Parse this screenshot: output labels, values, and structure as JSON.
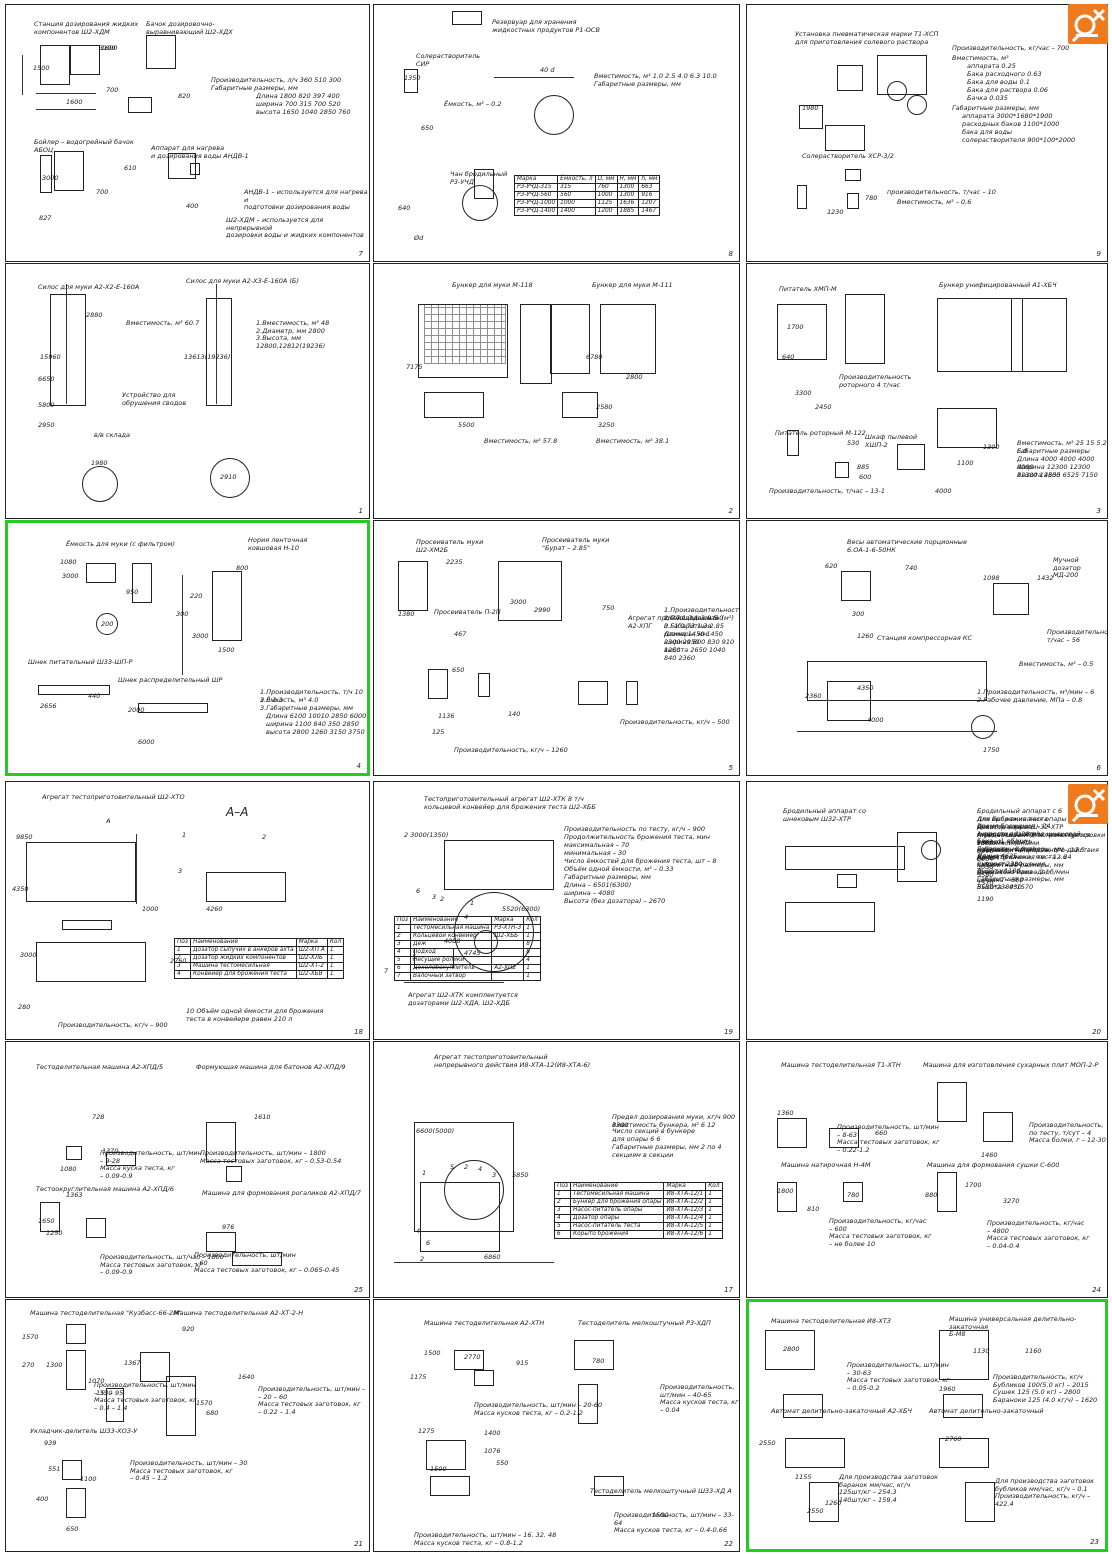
{
  "sheets": [
    {
      "num": "7",
      "labels": [
        "Станция дозирования жидких\nкомпонентов Ш2-ХДМ",
        "Бачок дозировочно-\nвыравнивающий Ш2-ХДХ",
        "Бойлер – водогрейный бачок\nАБОЦ",
        "Аппарат для нагрева\nи дозирования воды АНДВ-1",
        "Производительность, л/ч  360  510  300",
        "Габаритные размеры, мм",
        "Длина   1800  820  397  400",
        "ширина  700  315  700  520",
        "высота  1650  1040  2850  760",
        "АНДВ-1 – используется для нагрева и\nподготовки дозирования воды",
        "Ш2-ХДМ – используется для непрерывной\nдозировки воды и жидких компонентов",
        "1500",
        "1600",
        "3100",
        "820",
        "1600",
        "700",
        "827",
        "610",
        "400",
        "3000",
        "700"
      ]
    },
    {
      "num": "8",
      "labels": [
        "Резервуар для хранения\nжидкостных продуктов Р1-ОСВ",
        "Солерастворитель\nСИР",
        "Ёмкость, м³ – 0.2",
        "Чан бродильный\nР3-УЧД",
        "Вместимость, м³   1.0  2.5  4.0  6.3  10.0",
        "Габаритные размеры, мм",
        "40 d",
        "1350",
        "650",
        "640",
        "Ød"
      ],
      "table": {
        "head": [
          "Марка",
          "Ёмкость, л",
          "D, мм",
          "H, мм",
          "h, мм"
        ],
        "rows": [
          [
            "Р3-УЧД-315",
            "315",
            "760",
            "1300",
            "663"
          ],
          [
            "Р3-УЧД-560",
            "560",
            "1000",
            "1300",
            "916"
          ],
          [
            "Р3-УЧД-1000",
            "1000",
            "1125",
            "1636",
            "1207"
          ],
          [
            "Р3-УЧД-1400",
            "1400",
            "1200",
            "1885",
            "1467"
          ]
        ]
      }
    },
    {
      "num": "9",
      "labels": [
        "Установка пневматическая марки Т1-ХСП\nдля приготовления солевого раствора",
        "Производительность, кг/час – 700",
        "Вместимость, м³",
        "аппарата   0.25",
        "Бака расходного   0.63",
        "Бака для воды   0.1",
        "Бака для раствора   0.06",
        "Бачка   0.035",
        "Габаритные размеры, мм",
        "аппарата   3000*1680*1900",
        "расходных баков   1100*1000",
        "бака для воды",
        "солерастворителя   900*100*2000",
        "Солерастворитель ХСР-3/2",
        "производительность, т/час – 10",
        "Вместимость, м³ – 0.6",
        "1980",
        "780",
        "1230"
      ]
    },
    {
      "num": "1",
      "labels": [
        "Силос для муки А2-Х2-Е-160А",
        "Силос для муки А2-ХЗ-Е-160А (Б)",
        "Вместимость, м³ 60.7",
        "1.Вместимость, м³ 48\n2.Диаметр, мм 2800\n3.Высота, мм 12800,12812(19236)",
        "Устройство для\nобрушения сводов",
        "в/в склада",
        "2880",
        "15960",
        "6650",
        "5800",
        "2950",
        "1980",
        "13613(19236)",
        "2910"
      ]
    },
    {
      "num": "2",
      "labels": [
        "Бункер для муки М-118",
        "Бункер для муки М-111",
        "Вместимость, м³ 57.8",
        "Вместимость, м³ 38.1",
        "7175",
        "6780",
        "2800",
        "2580",
        "5500",
        "3250"
      ]
    },
    {
      "num": "3",
      "labels": [
        "Питатель ХМП-М",
        "Бункер унифицированный А1-ХБЧ",
        "Питатель роторный М-122",
        "Шкаф пылевой\nХШП-2",
        "Производительность\nроторного 4 т/час",
        "Производительность, т/час – 13-1",
        "Вместимость, м³  25  15  5.2  6.0",
        "Габаритные размеры",
        "Длина  4000 4000 4000 4000",
        "Ширина  12300 12300 12300 12300",
        "Высота  4655 6525 7150",
        "1700",
        "640",
        "3300",
        "2450",
        "530",
        "885",
        "600",
        "4000",
        "1100",
        "1300"
      ]
    },
    {
      "num": "4",
      "labels": [
        "Ёмкость для муки (с фильтром)",
        "Нория ленточная\nковшовая Н-10",
        "Шнек питательный Ш33-ШП-Р",
        "Шнек распределительный ШР",
        "1.Производительность, т/ч  10  3.0  2.3",
        "2.Ёмкость, м³   4.0",
        "3.Габаритные размеры, мм",
        "Длина  6100 10010 2850 6000",
        "ширина  1100 840 350 2850",
        "высота  2800 1260 3150 3750",
        "1080",
        "800",
        "3000",
        "950",
        "220",
        "300",
        "200",
        "3000",
        "1500",
        "2000",
        "6000",
        "2656",
        "440"
      ]
    },
    {
      "num": "5",
      "labels": [
        "Просеиватель муки\nШ2-ХМ2Б",
        "Просеиватель муки\n\"Бурат – 2.85\"",
        "Просеиватель П-2П",
        "Агрегат просеивательный\nА2-ХПГ",
        "1.Производительность, т/ч  7.1  3.1  3.0  5.0",
        "2.Площадь сита (м²)  0.51  0.73 1.3  2.85",
        "3.Габаритные размеры, мм",
        "Длина  1450 1450 2300 2950",
        "ширина  800 830 910 1250",
        "высота  2650 1040 840 2360",
        "Производительность, кг/ч – 500",
        "Производительность, кг/ч – 1260",
        "2235",
        "3000",
        "2990",
        "750",
        "1380",
        "467",
        "650",
        "1136",
        "140",
        "125"
      ]
    },
    {
      "num": "6",
      "labels": [
        "Весы автоматические порционные\n6.ОА-1-6-50НК",
        "Мучной дозатор МД-200",
        "Станция компрессорная КС",
        "Производительность, т/час – 56",
        "Вместимость, м³ – 0.5",
        "1.Производительность, м³/мин – 6\n2.Рабочее давление, МПа – 0.8",
        "620",
        "740",
        "1098",
        "1432",
        "300",
        "1260",
        "4350",
        "2360",
        "4000",
        "1750"
      ]
    },
    {
      "num": "18",
      "labels": [
        "Агрегат тестоприготовительный Ш2-ХТО",
        "А–А",
        "А",
        "Производительность, кг/ч – 900",
        "10 Объём одной ёмкости для брожения\nтеста в конвейере равен 210 л",
        "9850",
        "4260",
        "4350",
        "3000",
        "1000",
        "280",
        "2760",
        "1",
        "2",
        "3"
      ],
      "table": {
        "head": [
          "Поз",
          "Наименование",
          "Марка",
          "Кол"
        ],
        "rows": [
          [
            "1",
            "Дозатор сыпучих в анкеров ахта",
            "Ш2-ХП А",
            "1"
          ],
          [
            "2",
            "Дозатор жидких компонентов",
            "Ш2-ХЛБ",
            "1"
          ],
          [
            "3",
            "Машина тестомесильная",
            "Ш2-ХТ-2",
            "1"
          ],
          [
            "4",
            "Конвейер для брожения теста",
            "Ш2-ХБВ",
            "1"
          ]
        ]
      }
    },
    {
      "num": "19",
      "labels": [
        "Тестоприготовительный агрегат Ш2-ХТК  8 т/ч\nкольцевой конвейер для брожения теста Ш2-ХББ",
        "Производительность по тесту, кг/ч – 900",
        "Продолжительность брожения теста, мин",
        "максимальная – 70",
        "минимальная – 30",
        "Число ёмкостей для брожения теста, шт – 8",
        "Объём одной ёмкости, м³ – 0.33",
        "Габаритные размеры, мм",
        "Длина – 6501(6300)",
        "ширина – 4080",
        "Высота (без дозатора) – 2670",
        "Агрегат Ш2-ХТК комплектуется\nдозаторами Ш2-ХДА, Ш2-ХДБ",
        "2 3000(1350)",
        "4080",
        "4745",
        "5520(6300)",
        "6",
        "3",
        "2",
        "1",
        "4",
        "5",
        "7"
      ],
      "table": {
        "head": [
          "Поз",
          "Наименование",
          "Марка",
          "Кол"
        ],
        "rows": [
          [
            "1",
            "Тестомесильная машина",
            "Р3-ХТН-3",
            "1"
          ],
          [
            "2",
            "Кольцевой конвейер",
            "Ш2-ХББ",
            "1"
          ],
          [
            "3",
            "Деж",
            "",
            "8"
          ],
          [
            "4",
            "Подход",
            "",
            "8"
          ],
          [
            "5",
            "Несущие ролики",
            "",
            "4"
          ],
          [
            "6",
            "Декелобокуплитель",
            "А2-ХП2",
            "1"
          ],
          [
            "7",
            "Валочный затвор",
            "",
            "1"
          ]
        ]
      }
    },
    {
      "num": "20",
      "labels": [
        "Бродильный аппарат со\nшнековым Ш32-ХТР",
        "Бродильный аппарат с 6\nдля выбраживания опары\nВремя брожения – 24\nскорость вращения шнековой\nбака – 1 об/мин\nГабаритные размеры, мм\nДлина 4625\nширина 2380\nВысота 1180",
        "Для брожения теста\nемкость корыта\n1 секции – 1.28 м³\nемкость корыта\n2 секции – 2.0 м³\nВремя брожения теста – 24\nСкорость вращения\nшнекового бака – 2 об/мин\nГабаритные размеры, мм\n5580*2380*1570",
        "Дозатор опары Ш-32-ХТР\n(предназначен для транспортировки\nопары)\nпроизводительность, т/ч – 12.5\nДиаметр шнека, мм – 12.6\nгабаритные размеры, мм\nДлина (без привода)\nширина – 580\nВысота – 430",
        "Агрегат Ш32-ХТР комплектуется тестомесильными\nмашинами непрерывного действия А2-ХТТ",
        "2380",
        "1290",
        "2004",
        "3030",
        "5580",
        "1570",
        "1190"
      ]
    },
    {
      "num": "25",
      "labels": [
        "Тестоделительная машина А2-ХПД/5",
        "Формующая машина для батонов А2-ХПД/9",
        "Производительность, шт/мин\n– 9-28\nМасса куска теста, кг\n– 0.09-0.9",
        "Производительность, шт/мин – 1800\nМасса тестовых заготовок, кг – 0.53-0.54",
        "Тестоокруглительная машина А2-ХПД/6",
        "Машина для формования рогаликов А2-ХПД/7",
        "Производительность, шт/час – 1800\nМасса тестовых заготовок, кг\n– 0.09-0.9",
        "Производительность, шт/мин\n– 60\nМасса тестовых заготовок, кг – 0.065-0.45",
        "728",
        "1610",
        "1250",
        "1080",
        "1363",
        "976",
        "1650",
        "1370"
      ]
    },
    {
      "num": "17",
      "labels": [
        "Агрегат тестоприготовительный\nнепрерывного действия И8-ХТА-12(И8-ХТА-6)",
        "Предел дозирования муки, кг/ч  900  1300",
        "Вместимость бункера, м³  6  12",
        "Число секций в бункере",
        "для опары  6  6",
        "Габаритные размеры, мм   2 по 4 секциям   в секции",
        "6600(5000)",
        "5850",
        "6860",
        "1",
        "5",
        "2",
        "4",
        "3",
        "4",
        "6",
        "2"
      ],
      "table": {
        "head": [
          "Поз",
          "Наименование",
          "Марка",
          "Кол"
        ],
        "rows": [
          [
            "1",
            "Тестомесильная машина",
            "И8-ХТА-12/1",
            "1"
          ],
          [
            "2",
            "Бункер для брожения опары",
            "И8-ХТА-12/2",
            "1"
          ],
          [
            "3",
            "Насос-питатель опары",
            "И8-ХТА-12/3",
            "1"
          ],
          [
            "4",
            "Дозатор опары",
            "И8-ХТА-12/4",
            "1"
          ],
          [
            "5",
            "Насос-питатель теста",
            "И8-ХТА-12/5",
            "1"
          ],
          [
            "6",
            "Корыто брожения",
            "И8-ХТА-12/6",
            "1"
          ]
        ]
      }
    },
    {
      "num": "24",
      "labels": [
        "Машина тестоделительная Т1-ХТН",
        "Машина для изготовления сухарных плит МОП-2-Р",
        "Производительность, шт/мин\n– 8-63\nМасса тестовых заготовок, кг\n– 0.22-1.2",
        "Производительность,\nпо тесту, т/сут – 4\nМасса болки, г – 12-30",
        "Машина натирочная Н-4М",
        "Машина для формования сушки С-600",
        "Производительность, кг/час\n– 600\nМасса тестовых заготовок, кг\n– не более 10",
        "Производительность, кг/час\n– 4800\nМасса тестовых заготовок, кг\n– 0.04-0.4",
        "1360",
        "660",
        "1800",
        "780",
        "880",
        "810",
        "1460",
        "3270",
        "1700"
      ]
    },
    {
      "num": "21",
      "labels": [
        "Машина тестоделительная \"Кузбасс-66-2М\"",
        "Машина тестоделительная А2-ХТ-2-Н",
        "Производительность, шт/мин\n– 35 – 95\nМасса тестовых заготовок, кг\n– 0.4 – 1.4",
        "Производительность, шт/мин –\n– 20 – 60\nМасса тестовых заготовок, кг\n– 0.22 – 1.4",
        "Укладчик-делитель Ш33-ХОЗ-У",
        "Производительность, шт/мин – 30\nМасса тестовых заготовок, кг\n– 0.45 – 1.2",
        "1570",
        "920",
        "270",
        "1300",
        "1367",
        "1530",
        "1640",
        "680",
        "1070",
        "1570",
        "939",
        "551",
        "1100",
        "400",
        "650"
      ]
    },
    {
      "num": "22",
      "labels": [
        "Машина тестоделительная А2-ХТН",
        "Тестоделитель мелкоштучный Р3-ХДП",
        "Производительность, шт/мин – 20-60\nМасса кусков теста, кг – 0.2-1.2",
        "Производительность, шт/мин – 40-65\nМасса кусков теста, кг – 0.04",
        "Тестоделитель мелкоштучный Ш33-ХД А",
        "Производительность, шт/мин – 33-64\nМасса кусков теста, кг – 0.4-0.66",
        "Производительность, шт/мин – 16. 32. 48\nМасса кусков теста, кг – 0.8-1.2",
        "1500",
        "2770",
        "915",
        "1175",
        "780",
        "1400",
        "1076",
        "550",
        "1275",
        "1500",
        "1500"
      ]
    },
    {
      "num": "23",
      "labels": [
        "Машина тестоделительная И8-ХТЗ",
        "Машина универсальная делительно-закаточная\nБ-М8",
        "Производительность, шт/мин\n– 30-63\nМасса тестовых заготовок, кг\n– 0.05-0.2",
        "Производительность, кг/ч\nБубликов 100(5.0 кг) – 2015\nСушек 125 (5.0 кг) – 2800\nБараноки 125 (4.0 кг/ч) – 1620",
        "Автомат делительно-закаточный А2-ХБЧ",
        "Автомат делительно-закаточный",
        "Для производства заготовок\nбаранок мм/час, кг/ч\n125шт/кг – 254.3\n140шт/кг – 159.4",
        "Для производства заготовок\nбубликов мм/час, кг/ч – 0.1\nПроизводительность, кг/ч – 422.4",
        "2800",
        "1130",
        "1160",
        "1960",
        "2760",
        "1155",
        "2550",
        "1260",
        "2550"
      ]
    }
  ],
  "logo_icons": [
    "search-zoom-icon",
    "search-zoom-icon"
  ],
  "colors": {
    "highlight": "#22cc22",
    "logo": "#f07b1e",
    "ink": "#1a1a1a"
  }
}
